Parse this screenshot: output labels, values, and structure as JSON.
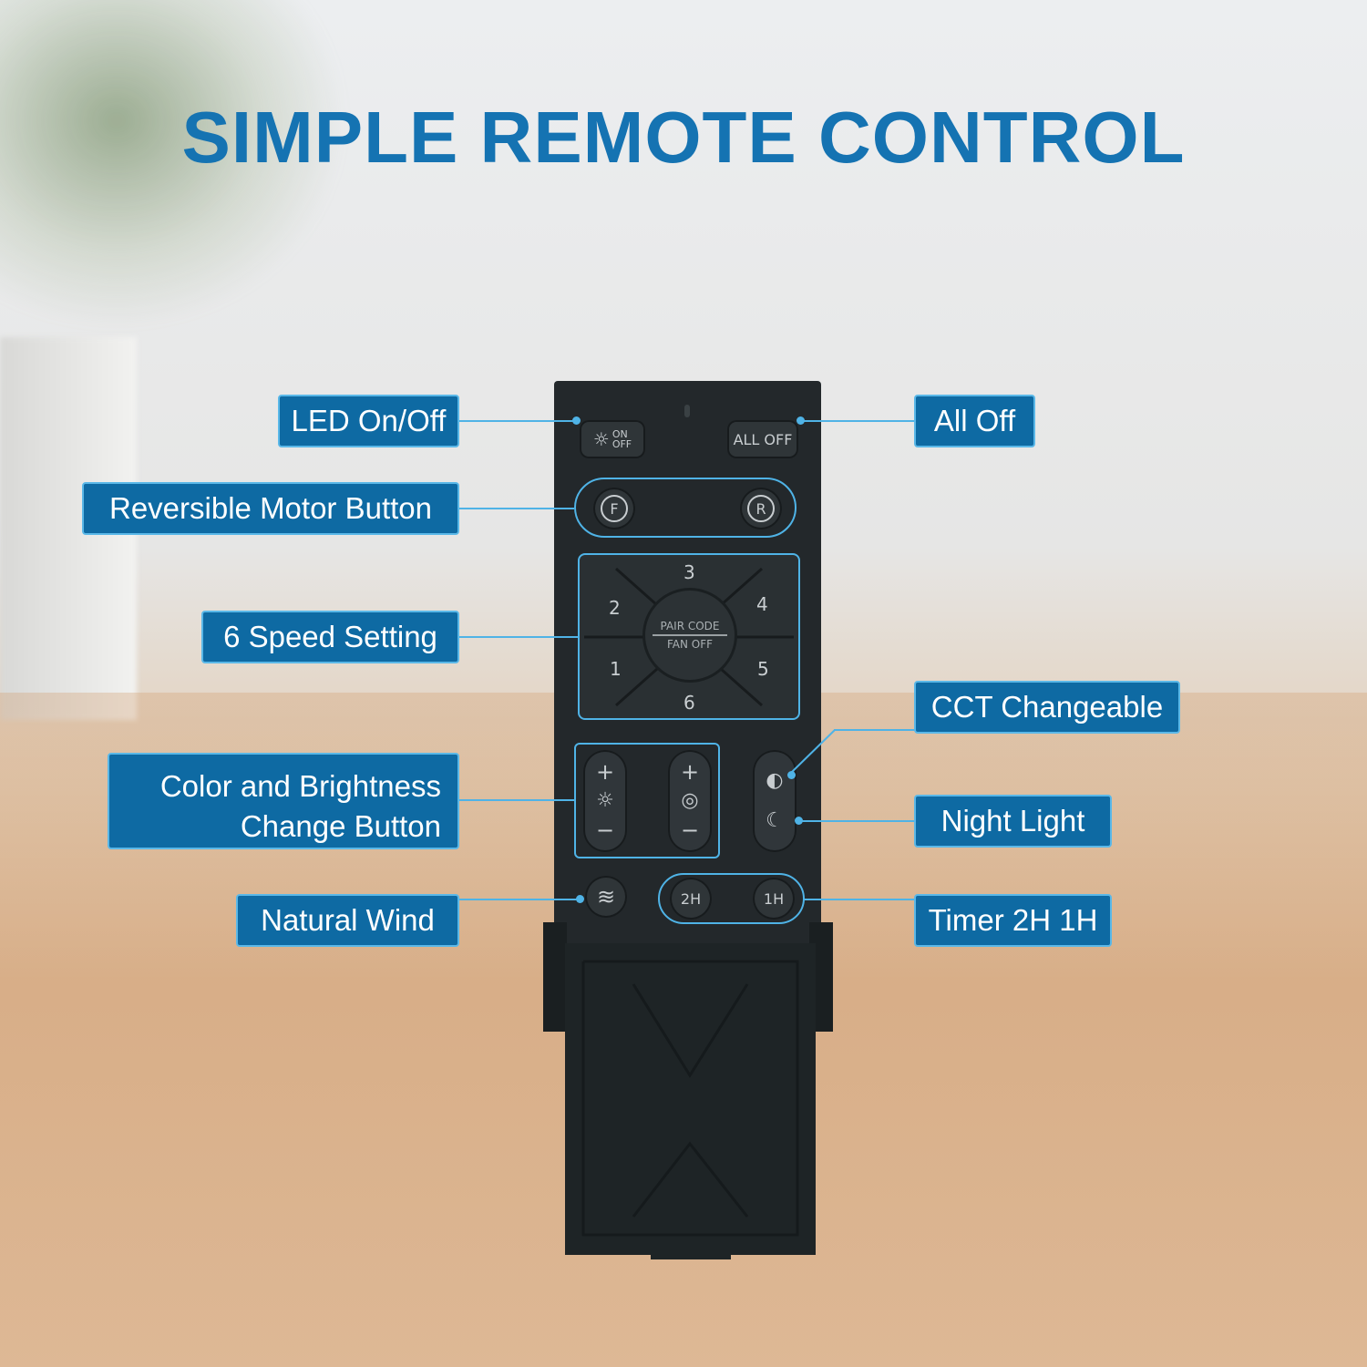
{
  "title": "SIMPLE REMOTE CONTROL",
  "labels": {
    "led_on_off": "LED On/Off",
    "all_off": "All Off",
    "reversible_motor": "Reversible Motor Button",
    "six_speed": "6 Speed Setting",
    "cct_changeable": "CCT Changeable",
    "color_brightness_line1": "Color and Brightness",
    "color_brightness_line2": "Change Button",
    "night_light": "Night Light",
    "natural_wind": "Natural Wind",
    "timer": "Timer 2H 1H"
  },
  "remote": {
    "on_off_button": "ON\nOFF",
    "all_off_button": "ALL OFF",
    "forward_button": "F",
    "reverse_button": "R",
    "speeds": [
      "1",
      "2",
      "3",
      "4",
      "5",
      "6"
    ],
    "center_top": "PAIR CODE",
    "center_bottom": "FAN OFF",
    "plus": "+",
    "minus": "−",
    "timer_2h": "2H",
    "timer_1h": "1H"
  },
  "colors": {
    "title": "#1573b2",
    "label_bg": "#0e6aa3",
    "leader": "#4fb3e6",
    "remote_body": "#23282b"
  },
  "icons": [
    "sun-icon",
    "moon-icon",
    "cct-icon",
    "wind-icon",
    "forward-rotation-icon",
    "reverse-rotation-icon"
  ]
}
